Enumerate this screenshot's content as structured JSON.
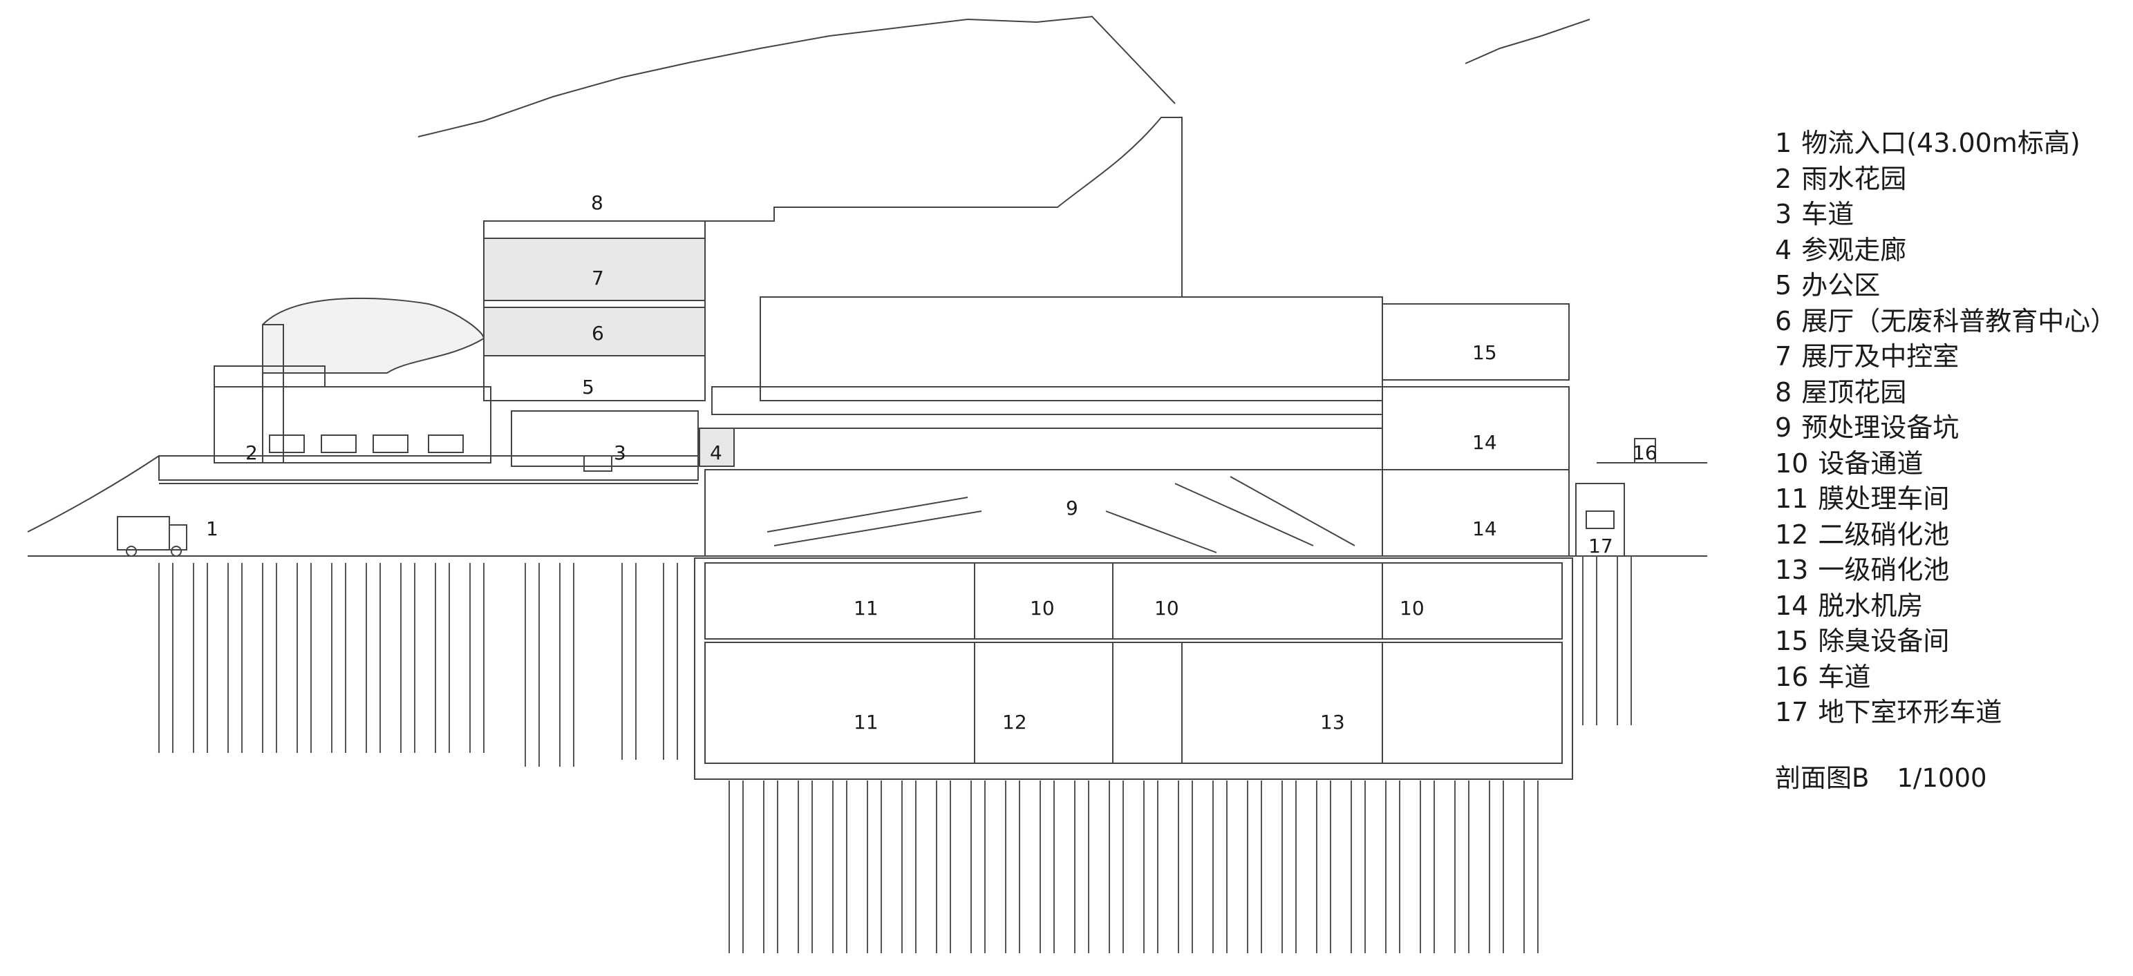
{
  "legend": [
    {
      "num": "1",
      "label": "物流入口(43.00m标高)"
    },
    {
      "num": "2",
      "label": "雨水花园"
    },
    {
      "num": "3",
      "label": "车道"
    },
    {
      "num": "4",
      "label": "参观走廊"
    },
    {
      "num": "5",
      "label": "办公区"
    },
    {
      "num": "6",
      "label": "展厅（无废科普教育中心）"
    },
    {
      "num": "7",
      "label": "展厅及中控室"
    },
    {
      "num": "8",
      "label": "屋顶花园"
    },
    {
      "num": "9",
      "label": "预处理设备坑"
    },
    {
      "num": "10",
      "label": "设备通道"
    },
    {
      "num": "11",
      "label": "膜处理车间"
    },
    {
      "num": "12",
      "label": "二级硝化池"
    },
    {
      "num": "13",
      "label": "一级硝化池"
    },
    {
      "num": "14",
      "label": "脱水机房"
    },
    {
      "num": "15",
      "label": "除臭设备间"
    },
    {
      "num": "16",
      "label": "车道"
    },
    {
      "num": "17",
      "label": "地下室环形车道"
    }
  ],
  "caption": {
    "title": "剖面图B",
    "scale": "1/1000"
  },
  "drawing_tags": {
    "t1": "1",
    "t2": "2",
    "t3": "3",
    "t4": "4",
    "t5": "5",
    "t6": "6",
    "t7": "7",
    "t8": "8",
    "t9": "9",
    "t10a": "10",
    "t10b": "10",
    "t10c": "10",
    "t11a": "11",
    "t11b": "11",
    "t12": "12",
    "t13": "13",
    "t14a": "14",
    "t14b": "14",
    "t15": "15",
    "t16": "16",
    "t17": "17"
  }
}
